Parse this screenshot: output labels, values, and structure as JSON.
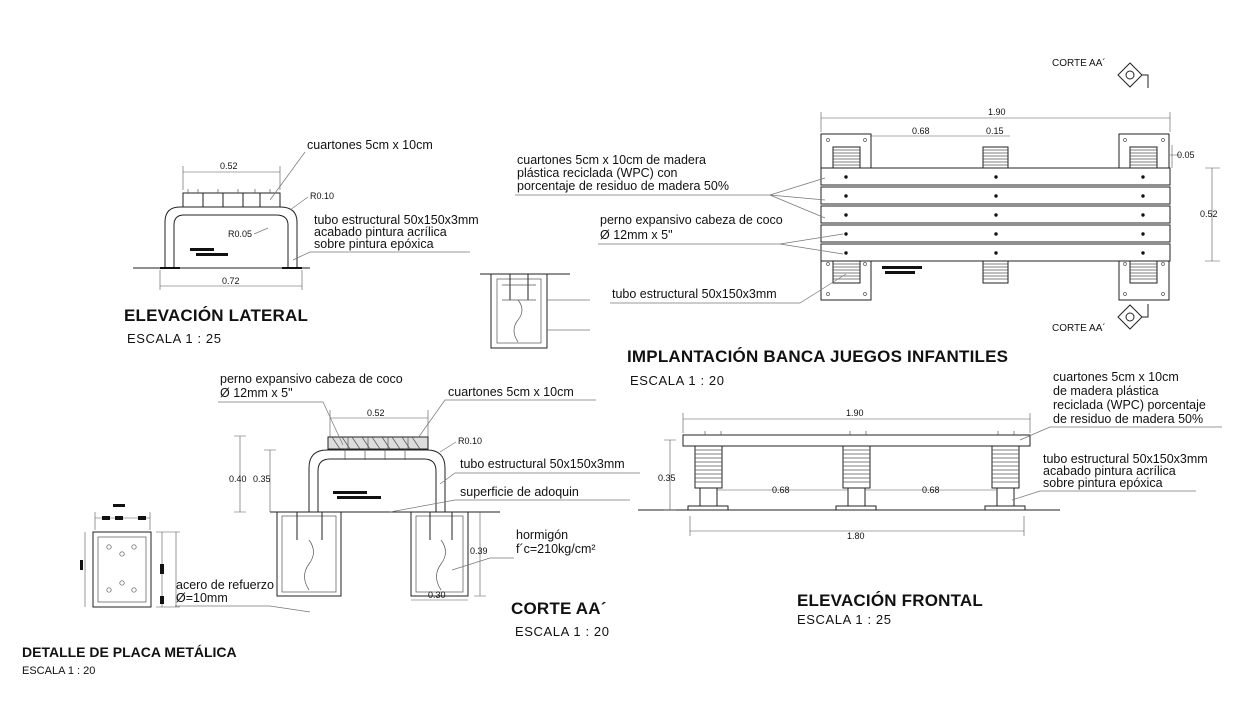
{
  "section_markers": {
    "top": "CORTE AA´",
    "bottom": "CORTE AA´"
  },
  "elevacion_lateral": {
    "title": "ELEVACIÓN LATERAL",
    "scale": "ESCALA 1 : 25",
    "dim_top": "0.52",
    "dim_bottom": "0.72",
    "radius_top": "R0.10",
    "radius_inner": "R0.05",
    "label_cuartones": "cuartones 5cm x 10cm",
    "label_tubo_1": "tubo estructural 50x150x3mm",
    "label_tubo_2": "acabado pintura acrílica",
    "label_tubo_3": "sobre pintura epóxica"
  },
  "implantacion": {
    "title": "IMPLANTACIÓN BANCA JUEGOS INFANTILES",
    "scale": "ESCALA 1 : 20",
    "dim_total": "1.90",
    "dim_068": "0.68",
    "dim_015": "0.15",
    "dim_005": "0.05",
    "dim_052": "0.52",
    "label_cuartones_1": "cuartones 5cm x 10cm de madera",
    "label_cuartones_2": "plástica reciclada (WPC) con",
    "label_cuartones_3": "porcentaje de residuo de madera 50%",
    "label_perno_1": "perno expansivo cabeza de coco",
    "label_perno_2": "Ø 12mm x 5\"",
    "label_tubo": "tubo estructural 50x150x3mm"
  },
  "corte": {
    "title": "CORTE AA´",
    "scale": "ESCALA 1 : 20",
    "dim_052": "0.52",
    "dim_040": "0.40",
    "dim_035": "0.35",
    "dim_039": "0.39",
    "dim_030": "0.30",
    "radius": "R0.10",
    "label_perno_1": "perno expansivo cabeza de coco",
    "label_perno_2": "Ø 12mm x 5\"",
    "label_cuartones": "cuartones 5cm x 10cm",
    "label_tubo": "tubo estructural 50x150x3mm",
    "label_superficie": "superficie de adoquin",
    "label_hormigon_1": "hormigón",
    "label_hormigon_2": "f´c=210kg/cm²",
    "label_acero_1": "acero de refuerzo",
    "label_acero_2": "Ø=10mm"
  },
  "elevacion_frontal": {
    "title": "ELEVACIÓN FRONTAL",
    "scale": "ESCALA 1 : 25",
    "dim_total": "1.90",
    "dim_035": "0.35",
    "dim_068_a": "0.68",
    "dim_068_b": "0.68",
    "dim_base": "1.80",
    "label_cuartones_1": "cuartones 5cm x 10cm",
    "label_cuartones_2": "de madera  plástica",
    "label_cuartones_3": "reciclada (WPC) porcentaje",
    "label_cuartones_4": "de residuo de madera 50%",
    "label_tubo_1": "tubo estructural 50x150x3mm",
    "label_tubo_2": "acabado pintura acrílica",
    "label_tubo_3": "sobre pintura epóxica"
  },
  "detalle_placa": {
    "title": "DETALLE DE PLACA METÁLICA",
    "scale": "ESCALA 1 : 20"
  }
}
